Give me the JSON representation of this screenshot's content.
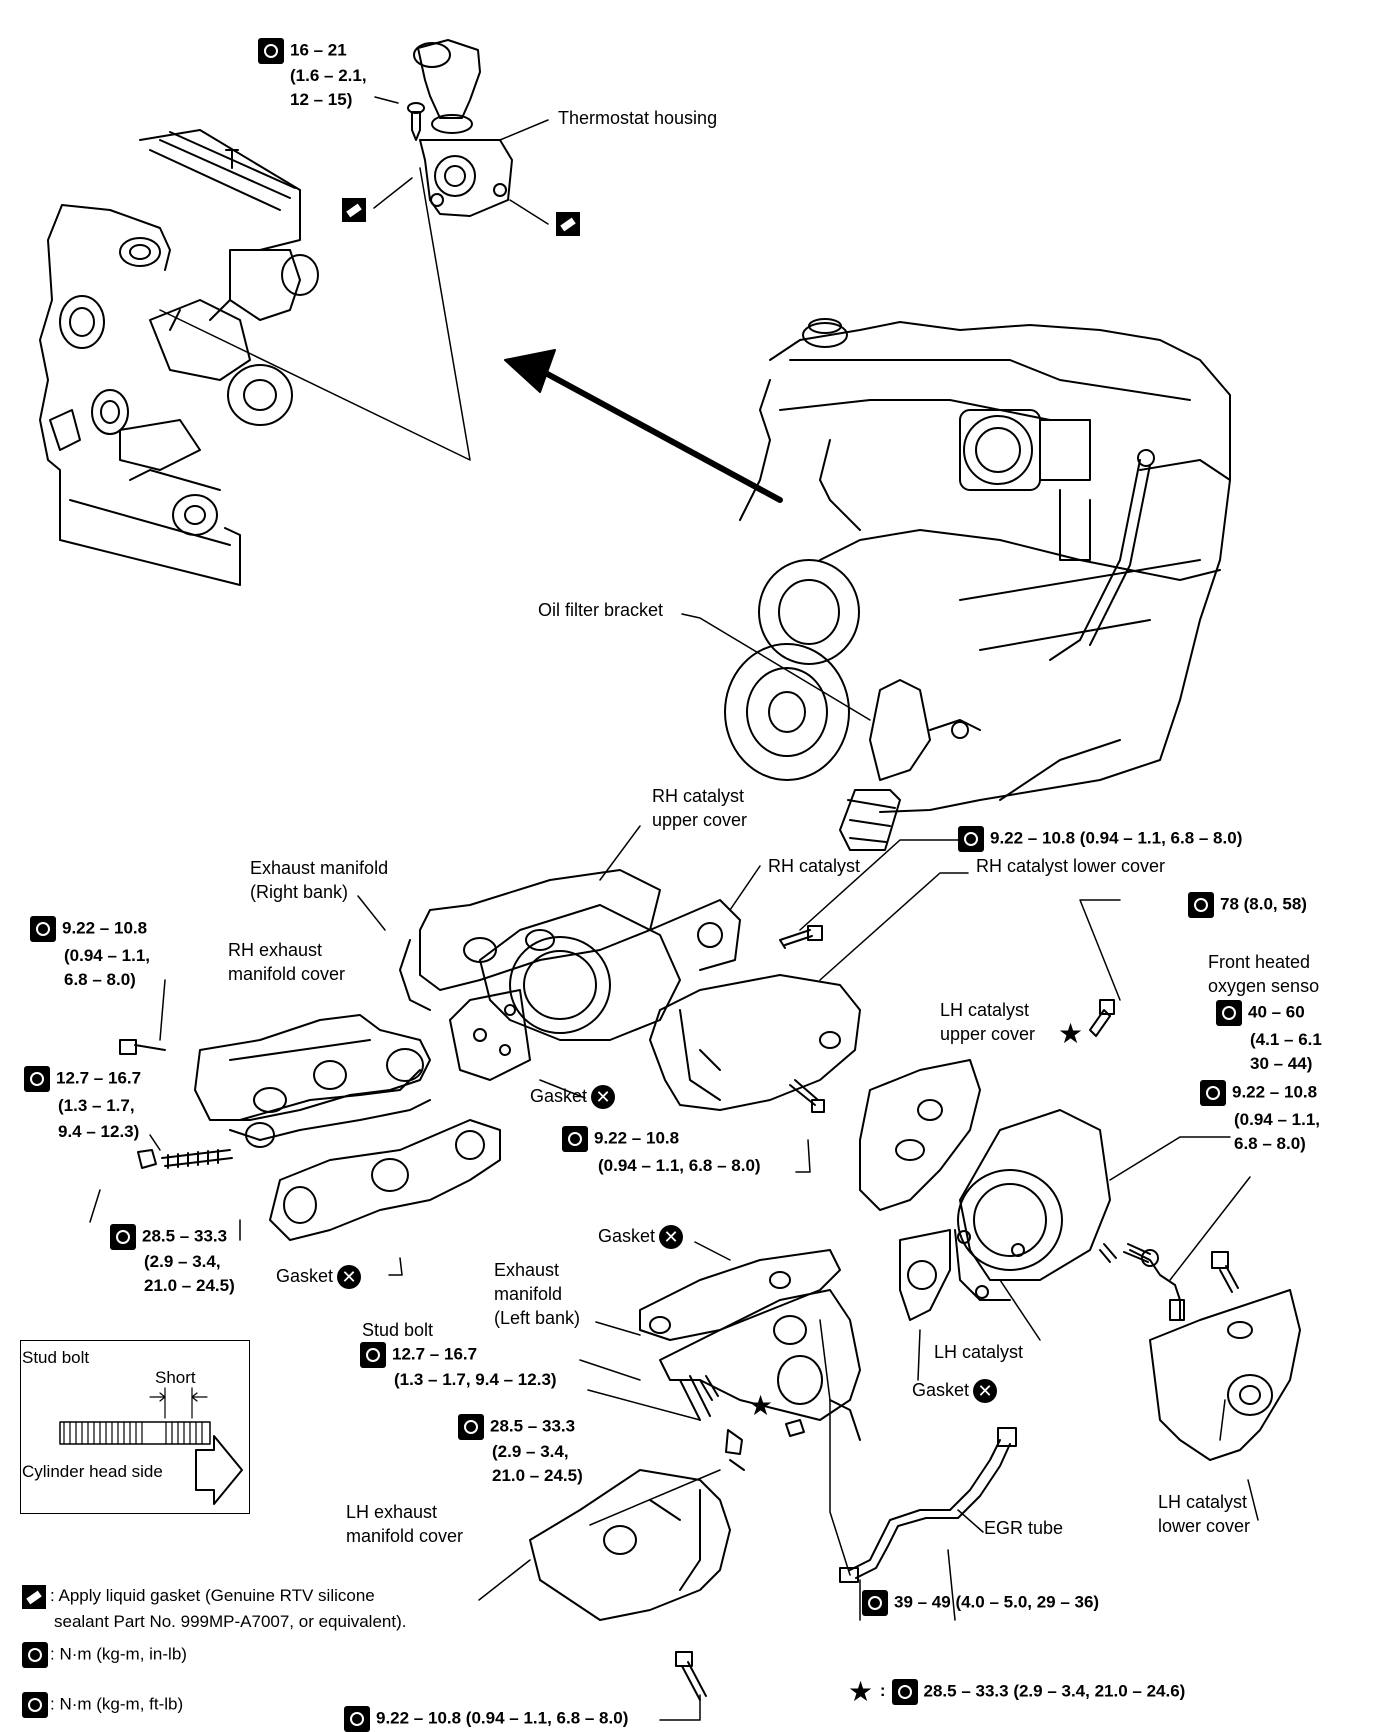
{
  "labels": {
    "thermostat_housing": "Thermostat housing",
    "oil_filter_bracket": "Oil filter bracket",
    "rh_catalyst_upper_cover_1": "RH catalyst",
    "rh_catalyst_upper_cover_2": "upper cover",
    "rh_catalyst": "RH catalyst",
    "rh_catalyst_lower_cover": "RH catalyst lower cover",
    "exhaust_manifold_right_1": "Exhaust manifold",
    "exhaust_manifold_right_2": "(Right bank)",
    "rh_exhaust_manifold_cover_1": "RH exhaust",
    "rh_exhaust_manifold_cover_2": "manifold cover",
    "front_heated_oxygen_1": "Front heated",
    "front_heated_oxygen_2": "oxygen senso",
    "lh_catalyst_upper_cover_1": "LH catalyst",
    "lh_catalyst_upper_cover_2": "upper cover",
    "gasket_1": "Gasket",
    "gasket_2": "Gasket",
    "gasket_3": "Gasket",
    "gasket_4": "Gasket",
    "exhaust_manifold_left_1": "Exhaust",
    "exhaust_manifold_left_2": "manifold",
    "exhaust_manifold_left_3": "(Left bank)",
    "lh_catalyst": "LH catalyst",
    "stud_bolt": "Stud bolt",
    "egr_tube": "EGR tube",
    "lh_catalyst_lower_cover_1": "LH catalyst",
    "lh_catalyst_lower_cover_2": "lower cover",
    "lh_exhaust_manifold_cover_1": "LH exhaust",
    "lh_exhaust_manifold_cover_2": "manifold cover"
  },
  "torques": {
    "thermostat_1": "16 – 21",
    "thermostat_2": "(1.6 – 2.1,",
    "thermostat_3": "12 – 15)",
    "rh_lower_cover_top": "9.22 – 10.8 (0.94 – 1.1, 6.8 – 8.0)",
    "o2_sensor_top": "78 (8.0, 58)",
    "rh_cover_1": "9.22 – 10.8",
    "rh_cover_2": "(0.94 – 1.1,",
    "rh_cover_3": "6.8 – 8.0)",
    "stud_rh_1": "12.7 – 16.7",
    "stud_rh_2": "(1.3 – 1.7,",
    "stud_rh_3": "9.4 – 12.3)",
    "nut_rh_1": "28.5 – 33.3",
    "nut_rh_2": "(2.9 – 3.4,",
    "nut_rh_3": "21.0 – 24.5)",
    "rh_cat_lower_1": "9.22 – 10.8",
    "rh_cat_lower_2": "(0.94 – 1.1, 6.8 – 8.0)",
    "lh_upper_1": "40 – 60",
    "lh_upper_2": "(4.1 – 6.1",
    "lh_upper_3": "30 – 44)",
    "lh_lower_1": "9.22 – 10.8",
    "lh_lower_2": "(0.94 – 1.1,",
    "lh_lower_3": "6.8 – 8.0)",
    "stud_lh_1": "12.7 – 16.7",
    "stud_lh_2": "(1.3 – 1.7, 9.4 – 12.3)",
    "nut_lh_1": "28.5 – 33.3",
    "nut_lh_2": "(2.9 – 3.4,",
    "nut_lh_3": "21.0 – 24.5)",
    "egr": "39 – 49 (4.0 – 5.0, 29 – 36)",
    "lh_cover_bottom": "9.22 – 10.8 (0.94 – 1.1, 6.8 – 8.0)",
    "star_note": "28.5 – 33.3 (2.9 – 3.4, 21.0 – 24.6)",
    "star_prefix": ":"
  },
  "legend": {
    "box_title": "Stud bolt",
    "box_short": "Short",
    "box_side": "Cylinder head side",
    "liquid_gasket_1": ": Apply liquid gasket (Genuine RTV silicone",
    "liquid_gasket_2": "sealant Part No. 999MP-A7007, or equivalent).",
    "nm_inlb": ": N·m (kg-m, in-lb)",
    "nm_ftlb": ": N·m (kg-m, ft-lb)"
  }
}
